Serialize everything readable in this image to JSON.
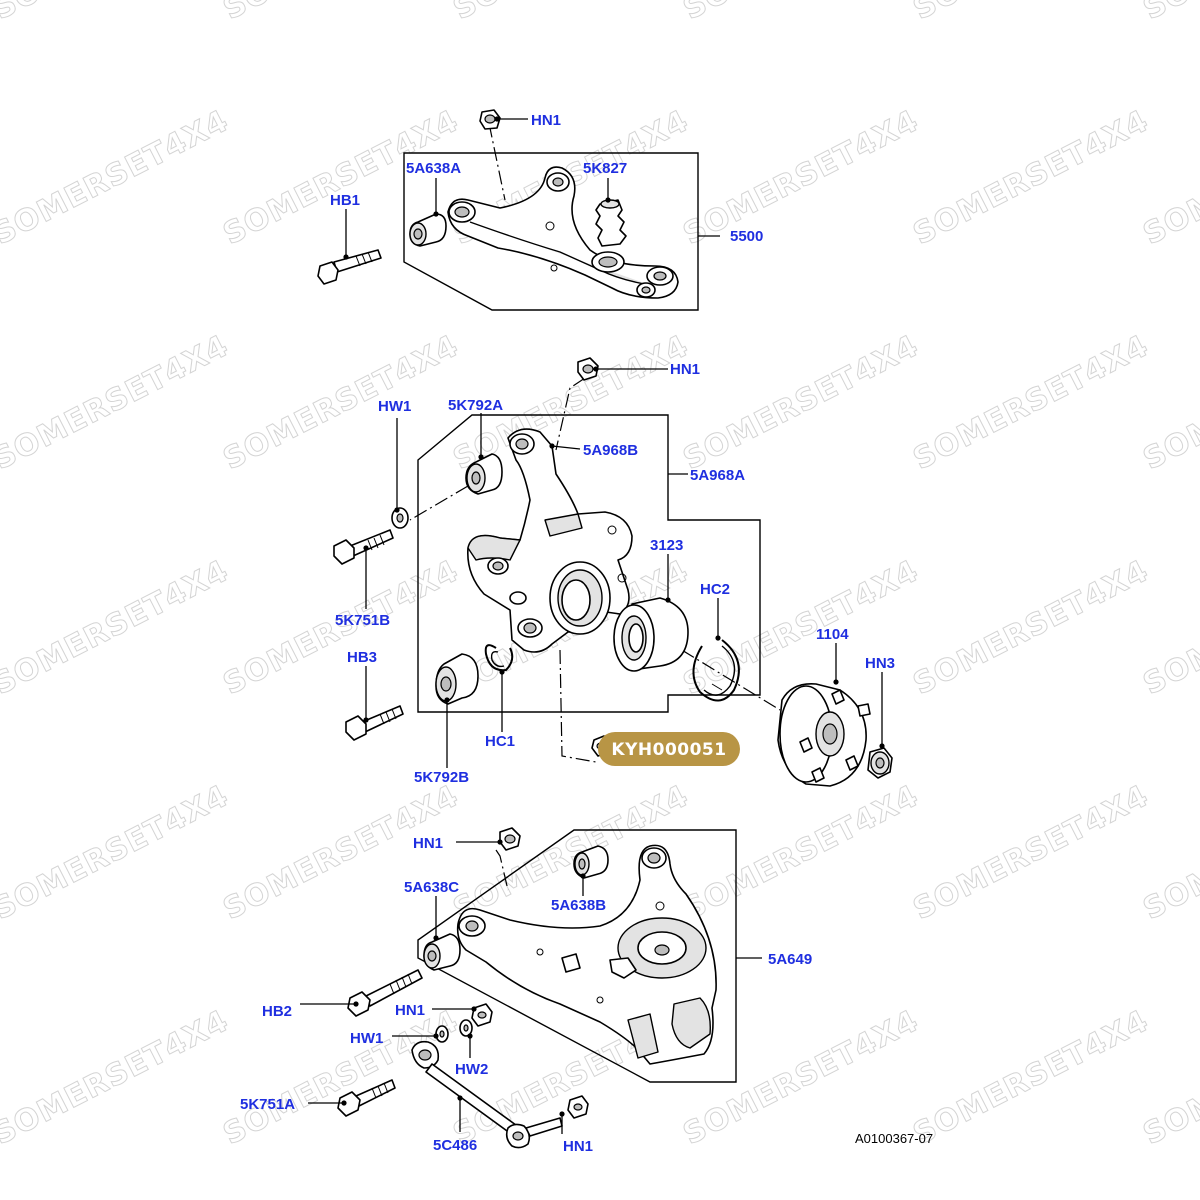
{
  "watermark": "SOMERSET4X4",
  "reference_code": "A0100367-07",
  "badge": {
    "text": "KYH000051",
    "color": "#b89545"
  },
  "label_color": "#1f2fe0",
  "labels": {
    "upper_hn1": "HN1",
    "a638a": "5A638A",
    "k827": "5K827",
    "hb1": "HB1",
    "p5500": "5500",
    "mid_hn1": "HN1",
    "hw1_top": "HW1",
    "k792a": "5K792A",
    "a968b": "5A968B",
    "a968a": "5A968A",
    "p3123": "3123",
    "hc2": "HC2",
    "p1104": "1104",
    "hn3": "HN3",
    "k751b": "5K751B",
    "hb3": "HB3",
    "hc1": "HC1",
    "k792b": "5K792B",
    "low_hn1": "HN1",
    "a638c": "5A638C",
    "a638b": "5A638B",
    "a649": "5A649",
    "hb2": "HB2",
    "hn1_c": "HN1",
    "hw1_low": "HW1",
    "hw2": "HW2",
    "k751a": "5K751A",
    "c486": "5C486",
    "hn1_d": "HN1"
  }
}
